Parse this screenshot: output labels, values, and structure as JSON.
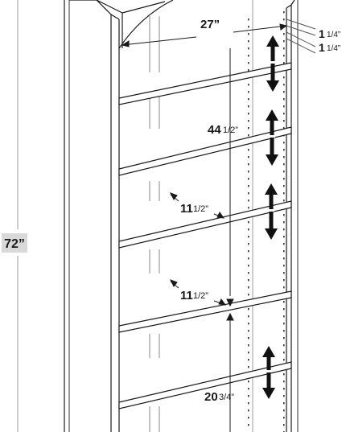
{
  "dimensions": {
    "height": "72”",
    "inner_width": "27”",
    "trim_top": {
      "whole": "1",
      "fraction": "1/4”"
    },
    "trim_bottom": {
      "whole": "1",
      "fraction": "1/4”"
    },
    "shelf_width": {
      "whole": "44",
      "fraction": "1/2”"
    },
    "depth_upper": {
      "whole": "11",
      "fraction": "1/2”"
    },
    "depth_lower": {
      "whole": "11",
      "fraction": "1/2”"
    },
    "bottom_height": {
      "whole": "20",
      "fraction": "3/4”"
    }
  },
  "colors": {
    "line": "#1a1a1a",
    "light_line": "#7a7a7a",
    "label_bg": "#d9d9d9",
    "arrow": "#111111"
  }
}
